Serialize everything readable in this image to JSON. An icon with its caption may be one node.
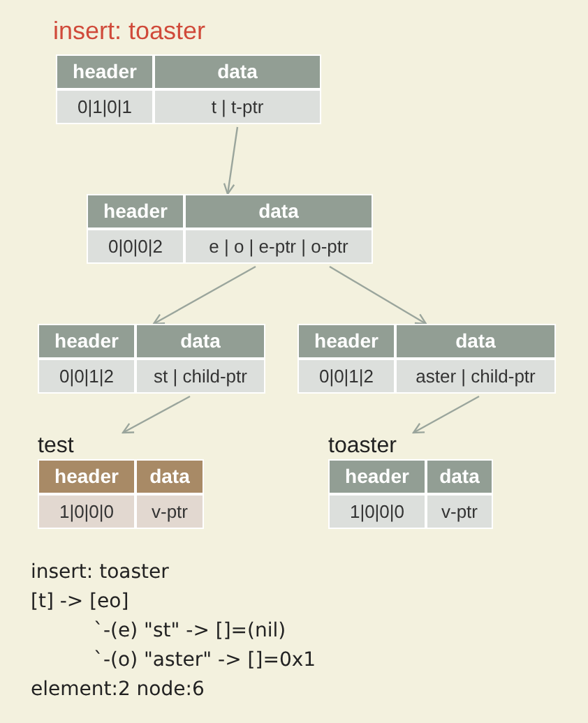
{
  "diagram": {
    "title": "insert: toaster",
    "nodes": [
      {
        "text": [
          "header",
          "data",
          "0|1|0|1",
          "t | t-ptr"
        ]
      },
      {
        "text": [
          "header",
          "data",
          "0|0|0|2",
          "e | o | e-ptr | o-ptr"
        ]
      },
      {
        "text": [
          "header",
          "data",
          "0|0|1|2",
          "st | child-ptr"
        ]
      },
      {
        "text": [
          "header",
          "data",
          "0|0|1|2",
          "aster | child-ptr"
        ]
      },
      {
        "text": [
          "test",
          "header",
          "data",
          "1|0|0|0",
          "v-ptr"
        ]
      },
      {
        "text": [
          "toaster",
          "header",
          "data",
          "1|0|0|0",
          "v-ptr"
        ]
      }
    ],
    "edges": [
      {
        "from": 0,
        "to": 1,
        "arrow": "to"
      },
      {
        "from": 1,
        "to": 2,
        "arrow": "to"
      },
      {
        "from": 1,
        "to": 3,
        "arrow": "to"
      },
      {
        "from": 2,
        "to": 4,
        "arrow": "to"
      },
      {
        "from": 3,
        "to": 5,
        "arrow": "to"
      }
    ],
    "labels": [
      "insert: toaster",
      "[t] -> [eo]",
      "`-(e) \"st\" -> []=(nil)",
      "`-(o) \"aster\" -> []=0x1",
      "element:2 node:6"
    ]
  }
}
